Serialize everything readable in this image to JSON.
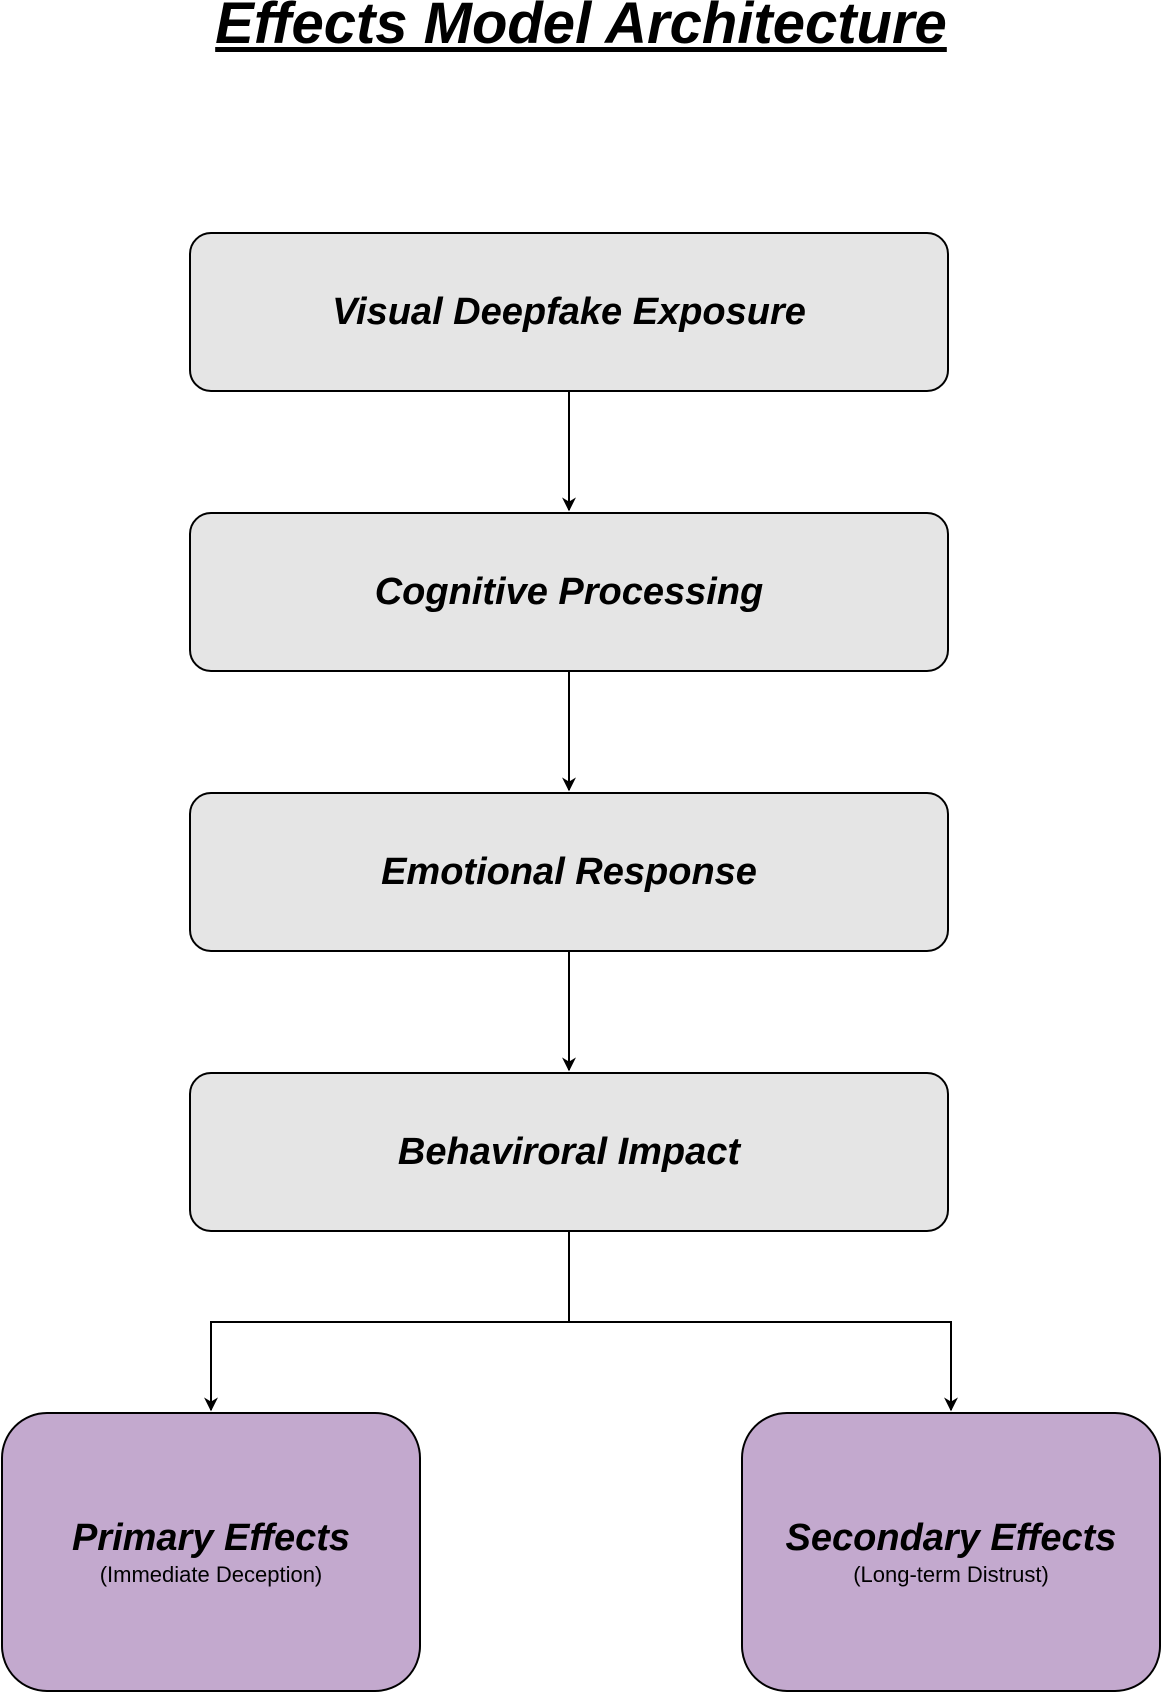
{
  "title": "Effects Model Architecture",
  "steps": [
    {
      "label": "Visual Deepfake Exposure"
    },
    {
      "label": "Cognitive Processing"
    },
    {
      "label": "Emotional Response"
    },
    {
      "label": "Behaviroral Impact"
    }
  ],
  "effects": [
    {
      "label": "Primary Effects",
      "sublabel": "(Immediate Deception)"
    },
    {
      "label": "Secondary Effects",
      "sublabel": "(Long-term Distrust)"
    }
  ],
  "colors": {
    "step_fill": "#E5E5E5",
    "effect_fill": "#C3A9CE",
    "stroke": "#000000"
  }
}
